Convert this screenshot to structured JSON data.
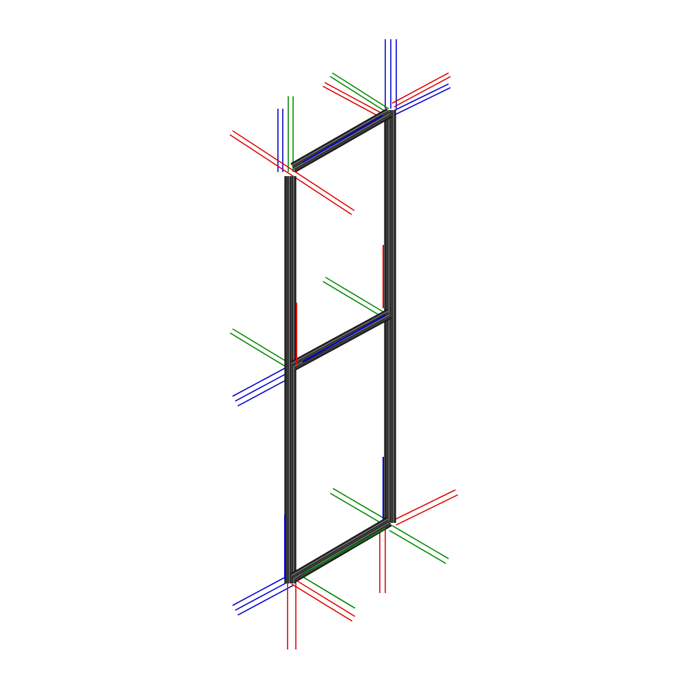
{
  "diagram": {
    "type": "isometric-3d-frame",
    "background_color": "#ffffff",
    "colors": {
      "x_axis": "#e00000",
      "y_axis": "#008800",
      "z_axis": "#0000cc",
      "beam_dark": "#2a2a2a",
      "beam_mid": "#4a4a4a",
      "beam_light": "#8a8a8a"
    },
    "members": [
      {
        "name": "left-post",
        "role": "vertical member"
      },
      {
        "name": "right-post",
        "role": "vertical member"
      },
      {
        "name": "top-rail",
        "role": "horizontal member"
      },
      {
        "name": "middle-rail",
        "role": "horizontal member"
      },
      {
        "name": "bottom-rail",
        "role": "horizontal member"
      }
    ],
    "axis_triads": [
      {
        "name": "top-left-joint"
      },
      {
        "name": "top-right-joint"
      },
      {
        "name": "middle-left-joint"
      },
      {
        "name": "middle-right-joint"
      },
      {
        "name": "bottom-left-joint"
      },
      {
        "name": "bottom-right-joint"
      }
    ]
  }
}
